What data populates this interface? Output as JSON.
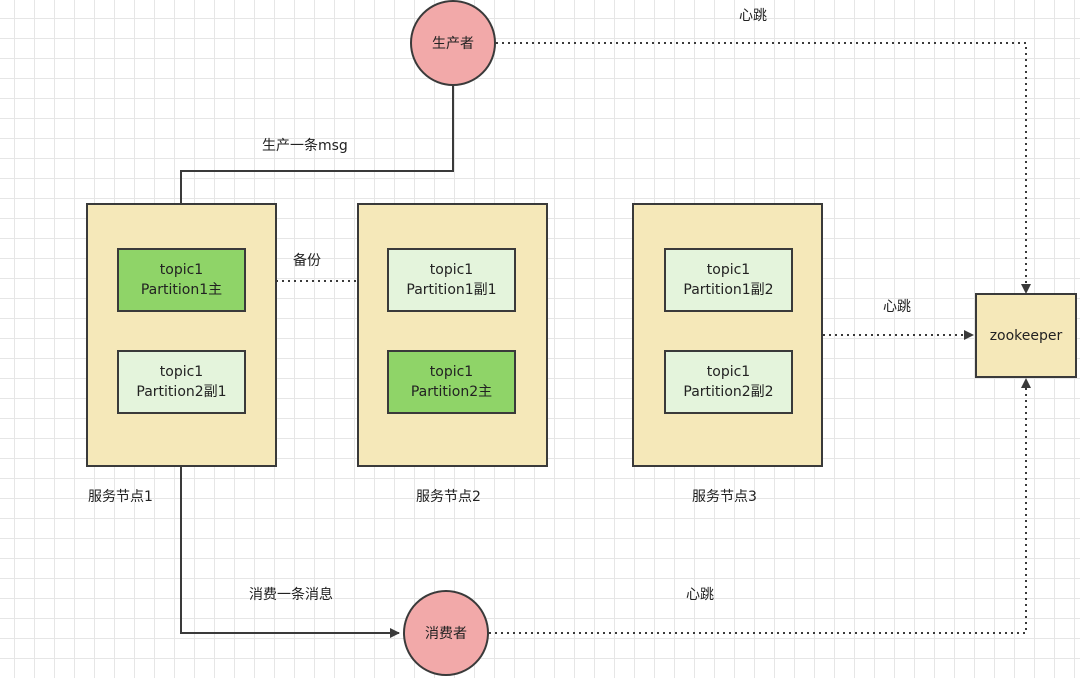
{
  "producer": {
    "label": "生产者"
  },
  "consumer": {
    "label": "消费者"
  },
  "zookeeper": {
    "label": "zookeeper"
  },
  "nodes": [
    {
      "label": "服务节点1",
      "partitions": [
        {
          "topic": "topic1",
          "name": "Partition1主",
          "role": "leader"
        },
        {
          "topic": "topic1",
          "name": "Partition2副1",
          "role": "replica"
        }
      ]
    },
    {
      "label": "服务节点2",
      "partitions": [
        {
          "topic": "topic1",
          "name": "Partition1副1",
          "role": "replica"
        },
        {
          "topic": "topic1",
          "name": "Partition2主",
          "role": "leader"
        }
      ]
    },
    {
      "label": "服务节点3",
      "partitions": [
        {
          "topic": "topic1",
          "name": "Partition1副2",
          "role": "replica"
        },
        {
          "topic": "topic1",
          "name": "Partition2副2",
          "role": "replica"
        }
      ]
    }
  ],
  "edges": {
    "produce": "生产一条msg",
    "backup": "备份",
    "heartbeat_producer": "心跳",
    "heartbeat_node": "心跳",
    "heartbeat_consumer": "心跳",
    "consume": "消费一条消息"
  },
  "colors": {
    "node_fill": "#f5e8b9",
    "leader_fill": "#8fd468",
    "replica_fill": "#e4f4dc",
    "actor_fill": "#f2a9a9",
    "stroke": "#3a3a3a"
  }
}
